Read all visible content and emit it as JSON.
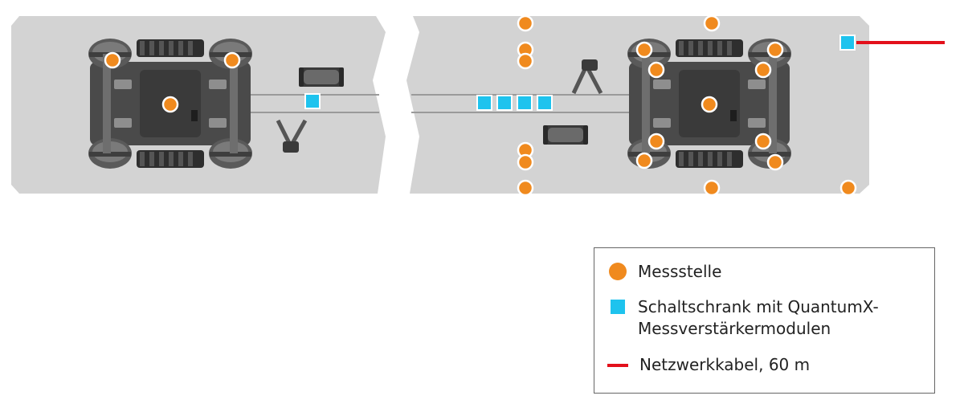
{
  "colors": {
    "measuring_point": "#f08a1e",
    "cabinet": "#1ec3ee",
    "network_cable": "#e3101b",
    "car_body": "#d2d2d2",
    "bogie": "#4c4c4c"
  },
  "legend": {
    "items": [
      {
        "symbol": "orange-dot",
        "label": "Messstelle"
      },
      {
        "symbol": "cyan-square",
        "label": "Schaltschrank mit QuantumX-\nMessverstärkermodulen"
      },
      {
        "symbol": "red-line",
        "label": "Netzwerkkabel, 60 m"
      }
    ]
  }
}
